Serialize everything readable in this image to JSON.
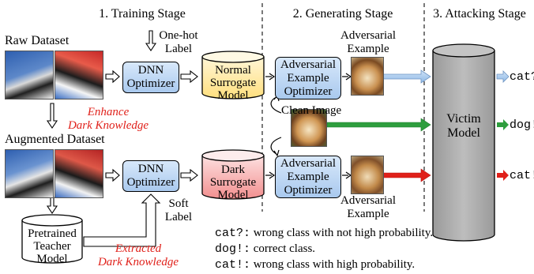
{
  "stages": {
    "training": "1. Training Stage",
    "generating": "2. Generating Stage",
    "attacking": "3. Attacking Stage"
  },
  "datasets": {
    "raw": "Raw Dataset",
    "augmented": "Augmented Dataset"
  },
  "labels": {
    "one_hot": "One-hot\nLabel",
    "soft": "Soft\nLabel",
    "enhance": "Enhance\nDark Knowledge",
    "extracted": "Extracted\nDark Knowledge",
    "clean_image": "Clean Image",
    "adv_example_top": "Adversarial\nExample",
    "adv_example_bottom": "Adversarial\nExample"
  },
  "boxes": {
    "dnn_top": "DNN\nOptimizer",
    "dnn_bottom": "DNN\nOptimizer",
    "normal_surrogate": "Normal\nSurrogate\nModel",
    "dark_surrogate": "Dark\nSurrogate\nModel",
    "adv_opt_top": "Adversarial\nExample\nOptimizer",
    "adv_opt_bottom": "Adversarial\nExample\nOptimizer",
    "teacher": "Pretrained\nTeacher\nModel",
    "victim": "Victim\nModel"
  },
  "outputs": {
    "top": "cat?",
    "middle": "dog!",
    "bottom": "cat!"
  },
  "legend": [
    {
      "code": "cat?:",
      "text": "wrong class with not high probability."
    },
    {
      "code": "dog!:",
      "text": "correct class."
    },
    {
      "code": "cat!:",
      "text": "wrong class with high probability."
    }
  ],
  "colors": {
    "normal_surrogate": "#ffe9a8",
    "dark_surrogate": "#f7a8a8",
    "optimizer": "#b7d3f2",
    "victim": "#a8a8a8",
    "arrow_blue": "#9ec5ec",
    "arrow_green": "#2e9e3e",
    "arrow_red": "#e0201a",
    "annotation_red": "#e0201a"
  }
}
